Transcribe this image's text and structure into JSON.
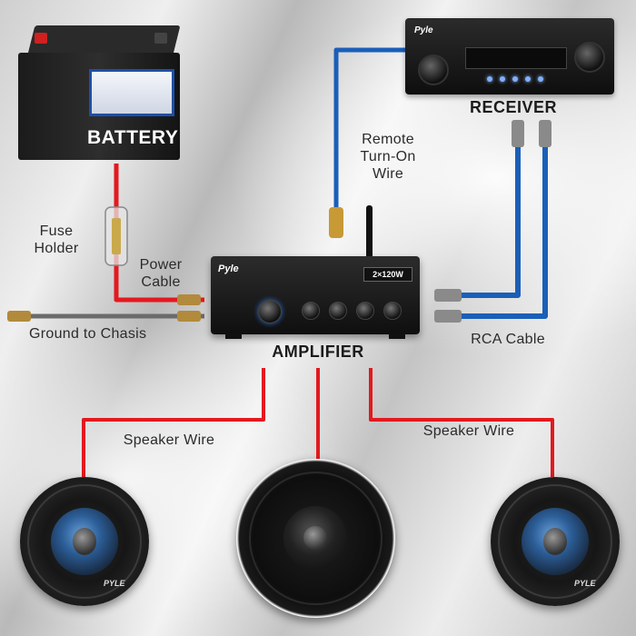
{
  "diagram": {
    "components": {
      "battery": "BATTERY",
      "receiver": "RECEIVER",
      "amplifier": "AMPLIFIER"
    },
    "labels": {
      "remote_wire": [
        "Remote",
        "Turn-On",
        "Wire"
      ],
      "fuse_holder": [
        "Fuse",
        "Holder"
      ],
      "power_cable": [
        "Power",
        "Cable"
      ],
      "ground": "Ground to Chasis",
      "rca_cable": "RCA Cable",
      "speaker_wire_left": "Speaker Wire",
      "speaker_wire_right": "Speaker Wire"
    },
    "device_text": {
      "amp_brand": "Pyle",
      "amp_power_badge": "2×120W",
      "receiver_brand": "Pyle",
      "speaker_brand": "PYLE"
    },
    "colors": {
      "power_wire": "#e3191f",
      "speaker_wire": "#e3191f",
      "signal_wire": "#1a5fb8",
      "battery_panel": "#1d4fa8"
    }
  }
}
